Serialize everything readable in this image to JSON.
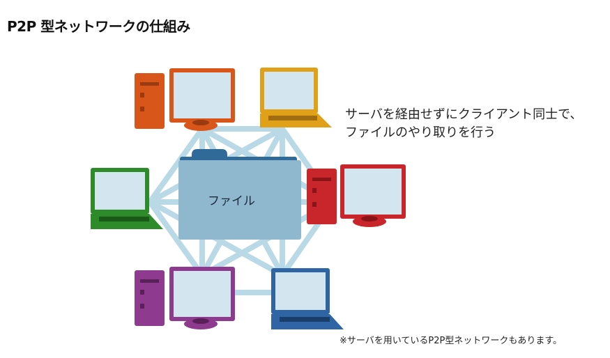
{
  "title": "P2P 型ネットワークの仕組み",
  "description": [
    "サーバを経由せずにクライアント同士で、",
    "ファイルのやり取りを行う"
  ],
  "file_label": "ファイル",
  "note": "※サーバを用いているP2P型ネットワークもあります。",
  "colors": {
    "link": "#b9d9e6",
    "folder": "#8fb8cf",
    "folder_tab": "#2f6a99",
    "screen": "#d3e6ef",
    "top_left_desktop": "#d9561a",
    "top_right_laptop": "#e0a018",
    "left_laptop": "#2e8b2a",
    "right_desktop": "#c8262a",
    "bottom_left_desktop": "#8e3a8e",
    "bottom_right_laptop": "#2f65a4"
  }
}
